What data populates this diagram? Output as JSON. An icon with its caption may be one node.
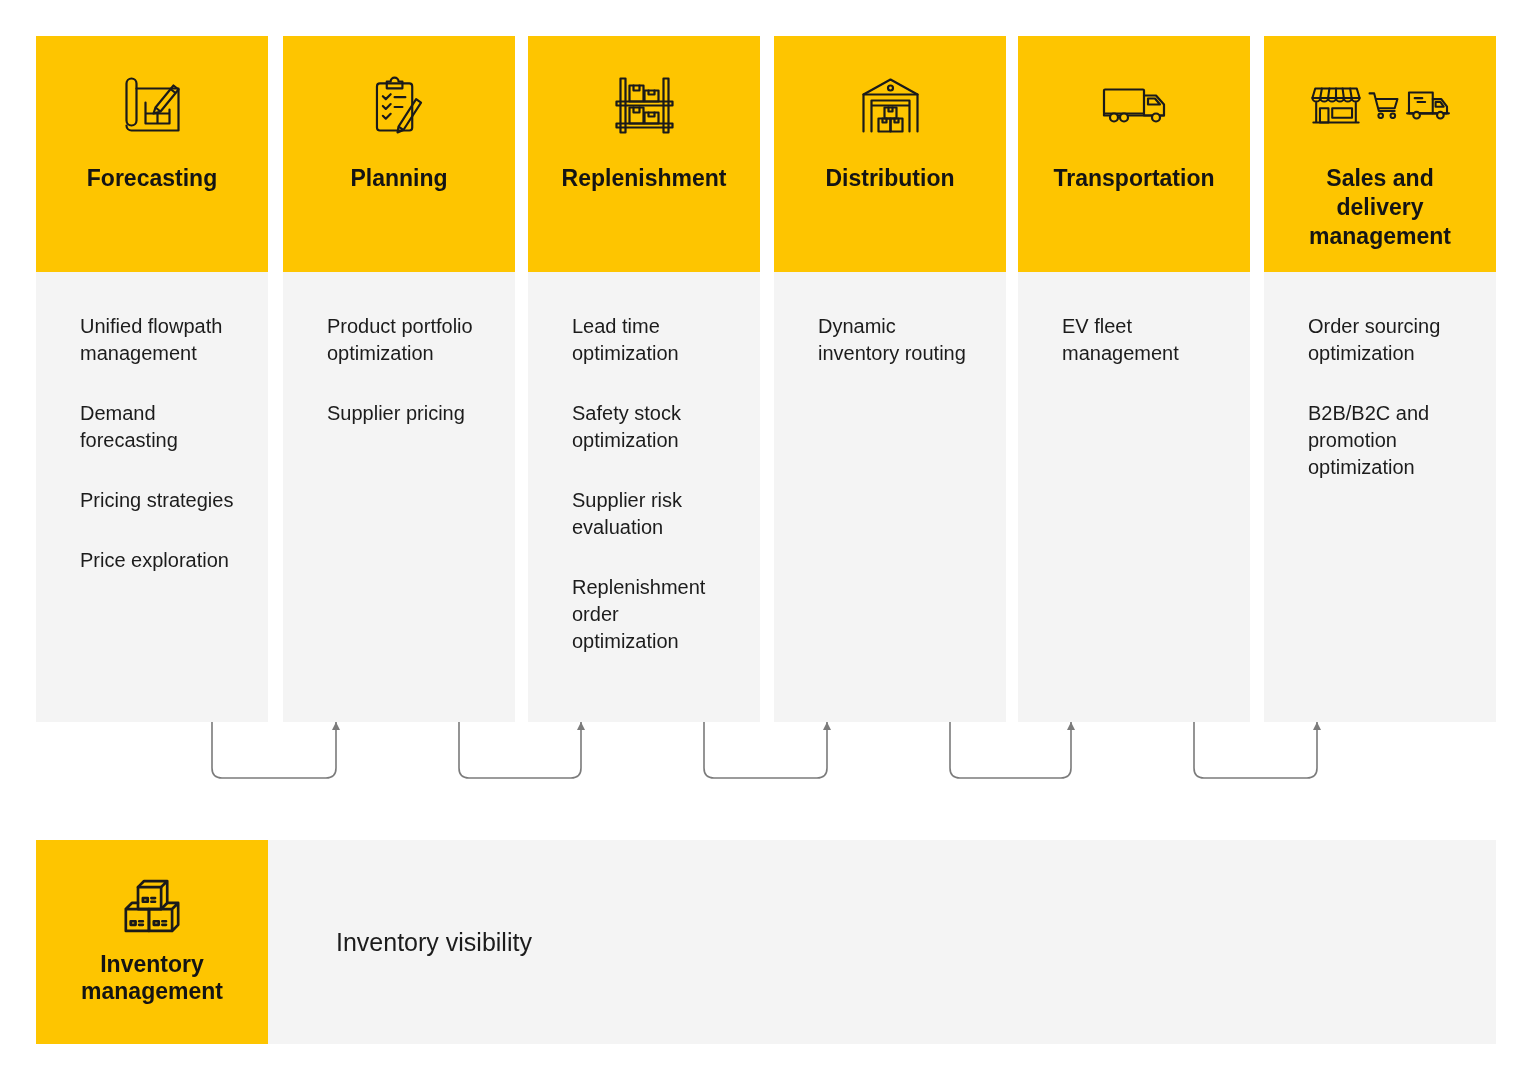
{
  "diagram": {
    "nodes": [
      {
        "text": [
          "Forecasting",
          "Unified flowpath management",
          "Demand forecasting",
          "Pricing strategies",
          "Price exploration"
        ]
      },
      {
        "text": [
          "Planning",
          "Product portfolio optimization",
          "Supplier pricing"
        ]
      },
      {
        "text": [
          "Replenishment",
          "Lead time optimization",
          "Safety stock optimization",
          "Supplier risk evaluation",
          "Replenishment order optimization"
        ]
      },
      {
        "text": [
          "Distribution",
          "Dynamic inventory routing"
        ]
      },
      {
        "text": [
          "Transportation",
          "EV fleet management"
        ]
      },
      {
        "text": [
          "Sales and delivery management",
          "Order sourcing optimization",
          "B2B/B2C and promotion optimization"
        ]
      },
      {
        "text": [
          "Inventory management",
          "Inventory visibility"
        ]
      }
    ],
    "edges": [
      {
        "from": 0,
        "to": 1,
        "arrow": "to"
      },
      {
        "from": 1,
        "to": 2,
        "arrow": "to"
      },
      {
        "from": 2,
        "to": 3,
        "arrow": "to"
      },
      {
        "from": 3,
        "to": 4,
        "arrow": "to"
      },
      {
        "from": 4,
        "to": 5,
        "arrow": "to"
      }
    ]
  }
}
